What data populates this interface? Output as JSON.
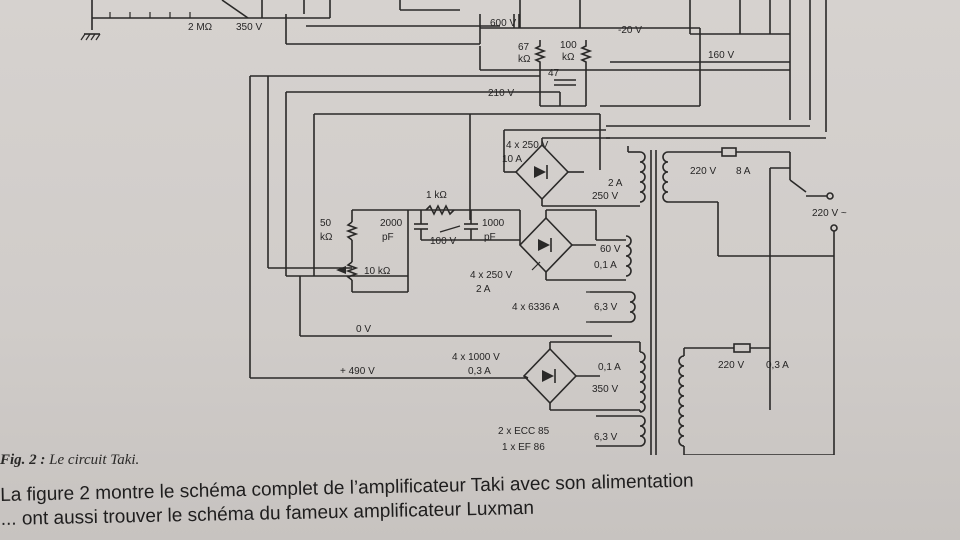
{
  "labels": {
    "r_2m": "2 MΩ",
    "v_350_top": "350 V",
    "v_600": "600 V",
    "v_neg20": "-20 V",
    "r_67k": "67",
    "r_67k_unit": "kΩ",
    "r_100k": "100",
    "r_100k_unit": "kΩ",
    "c_47": "47",
    "v_160": "160 V",
    "v_210": "210 V",
    "d1_rating": "4 x 250 V",
    "d1_current": "10 A",
    "w1_current": "2 A",
    "w1_voltage": "250 V",
    "prim1_voltage": "220 V",
    "prim1_fuse": "8 A",
    "mains": "220 V ~",
    "r_1k": "1 kΩ",
    "c_2000": "2000",
    "c_2000_unit": "pF",
    "c_1000": "1000",
    "c_1000_unit": "pF",
    "v_100": "100 V",
    "r_50k": "50",
    "r_50k_unit": "kΩ",
    "r_10k": "10 kΩ",
    "d2_rating": "4 x 250 V",
    "d2_current": "2 A",
    "w2_voltage": "60 V",
    "w2_current": "0,1 A",
    "heater_tubes": "4 x 6336 A",
    "w3_voltage": "6,3 V",
    "v_0": "0 V",
    "v_490": "+ 490 V",
    "d3_rating": "4 x 1000 V",
    "d3_current": "0,3 A",
    "w4_current": "0,1 A",
    "w4_voltage": "350 V",
    "prim2_voltage": "220 V",
    "prim2_fuse": "0,3 A",
    "tube_1": "2 x ECC 85",
    "tube_2": "1 x EF 86",
    "w5_voltage": "6,3 V"
  },
  "caption": {
    "fig": "Fig. 2 :",
    "title": "Le circuit Taki."
  },
  "paragraph": {
    "line1": "La figure 2 montre le schéma complet de l’amplificateur Taki avec son alimentation",
    "line2": "... ont aussi trouver le schéma du fameux amplificateur Luxman"
  }
}
